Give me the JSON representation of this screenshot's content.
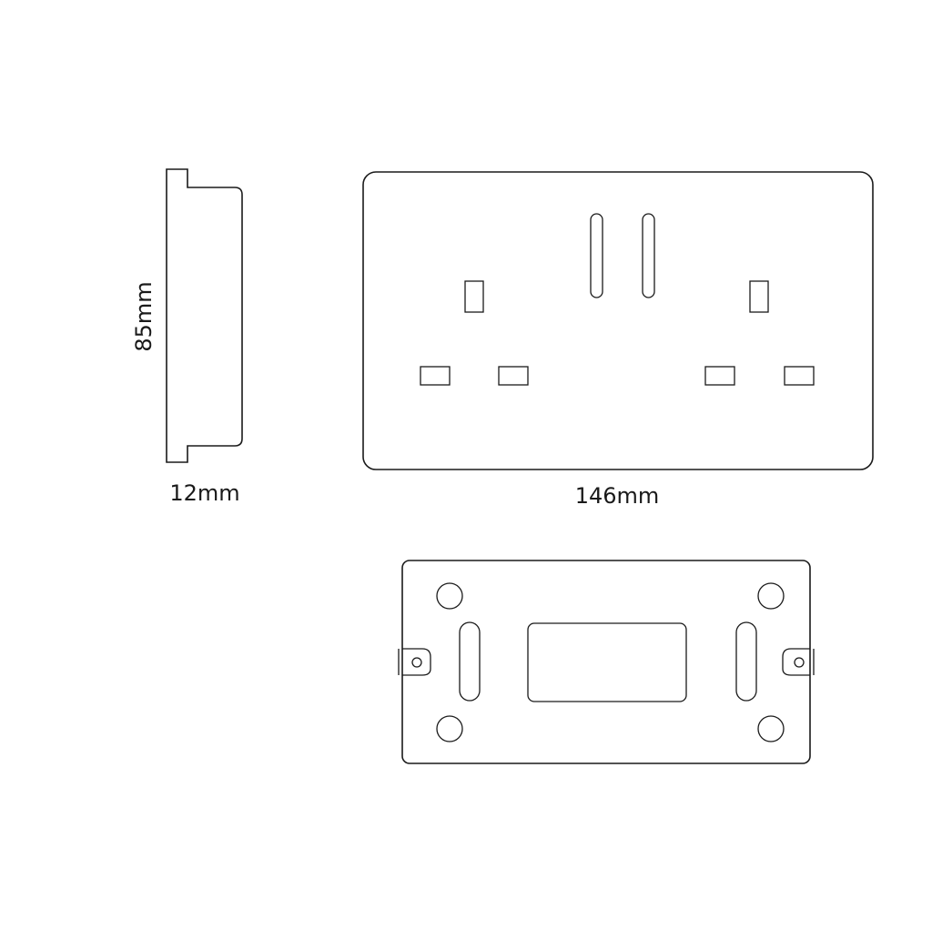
{
  "dimensions": {
    "height_label": "85mm",
    "depth_label": "12mm",
    "width_label": "146mm"
  },
  "colors": {
    "line": "#1a1a1a",
    "background": "#ffffff"
  }
}
